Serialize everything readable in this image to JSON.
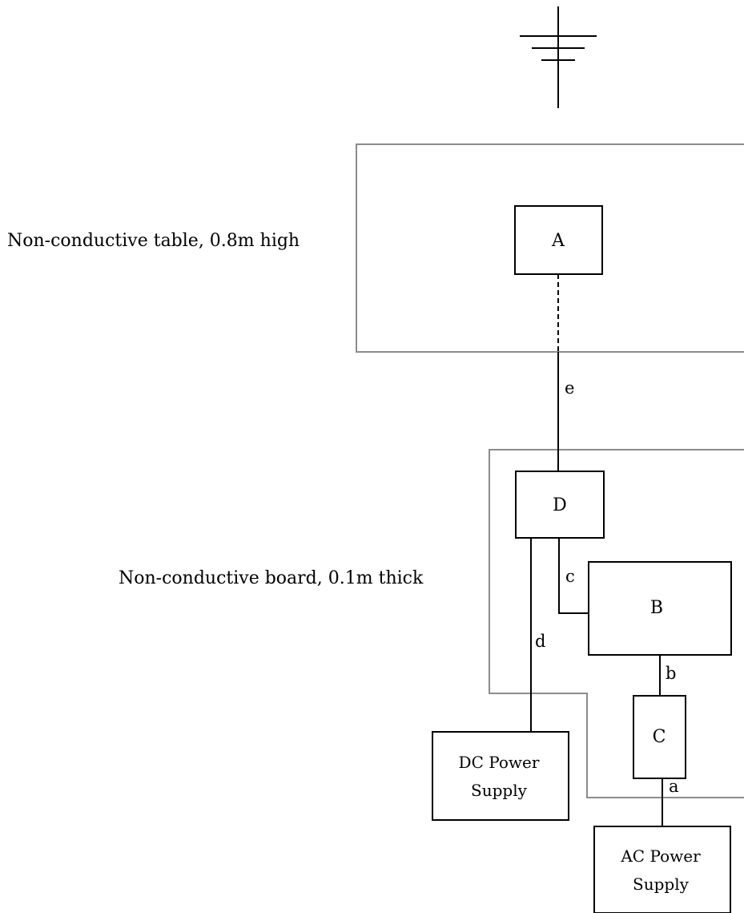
{
  "table_label": "Non-conductive table, 0.8m high",
  "board_label": "Non-conductive board, 0.1m thick",
  "boxes": {
    "A": "A",
    "B": "B",
    "C": "C",
    "D": "D",
    "dc_line1": "DC Power",
    "dc_line2": "Supply",
    "ac_line1": "AC Power",
    "ac_line2": "Supply"
  },
  "cables": {
    "a": "a",
    "b": "b",
    "c": "c",
    "d": "d",
    "e": "e"
  },
  "ground_icon": "antenna-ground-icon"
}
